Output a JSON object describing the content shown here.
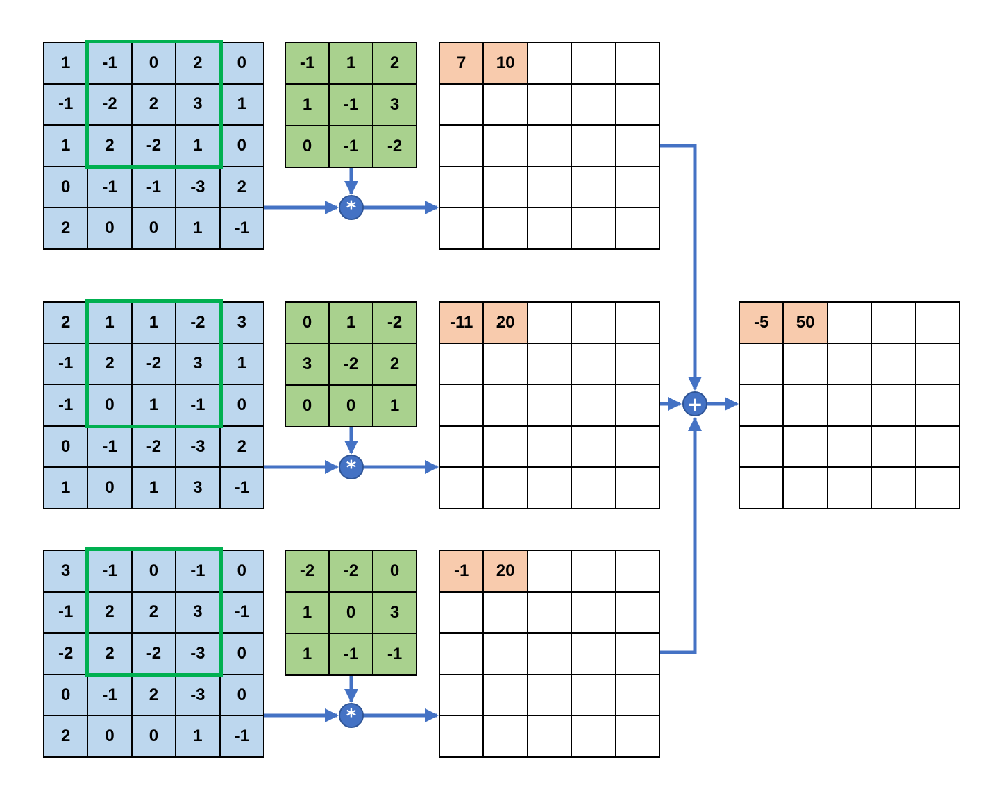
{
  "operators": {
    "conv": "*",
    "add": "+"
  },
  "colors": {
    "input_fill": "#bdd7ee",
    "kernel_fill": "#a9d18e",
    "output_highlight": "#f8cbad",
    "window_border": "#00b050",
    "arrow": "#4472c4"
  },
  "channels": [
    {
      "input": [
        [
          "1",
          "-1",
          "0",
          "2",
          "0"
        ],
        [
          "-1",
          "-2",
          "2",
          "3",
          "1"
        ],
        [
          "1",
          "2",
          "-2",
          "1",
          "0"
        ],
        [
          "0",
          "-1",
          "-1",
          "-3",
          "2"
        ],
        [
          "2",
          "0",
          "0",
          "1",
          "-1"
        ]
      ],
      "kernel": [
        [
          "-1",
          "1",
          "2"
        ],
        [
          "1",
          "-1",
          "3"
        ],
        [
          "0",
          "-1",
          "-2"
        ]
      ],
      "output": [
        [
          "7",
          "10",
          "",
          "",
          ""
        ],
        [
          "",
          "",
          "",
          "",
          ""
        ],
        [
          "",
          "",
          "",
          "",
          ""
        ],
        [
          "",
          "",
          "",
          "",
          ""
        ],
        [
          "",
          "",
          "",
          "",
          ""
        ]
      ]
    },
    {
      "input": [
        [
          "2",
          "1",
          "1",
          "-2",
          "3"
        ],
        [
          "-1",
          "2",
          "-2",
          "3",
          "1"
        ],
        [
          "-1",
          "0",
          "1",
          "-1",
          "0"
        ],
        [
          "0",
          "-1",
          "-2",
          "-3",
          "2"
        ],
        [
          "1",
          "0",
          "1",
          "3",
          "-1"
        ]
      ],
      "kernel": [
        [
          "0",
          "1",
          "-2"
        ],
        [
          "3",
          "-2",
          "2"
        ],
        [
          "0",
          "0",
          "1"
        ]
      ],
      "output": [
        [
          "-11",
          "20",
          "",
          "",
          ""
        ],
        [
          "",
          "",
          "",
          "",
          ""
        ],
        [
          "",
          "",
          "",
          "",
          ""
        ],
        [
          "",
          "",
          "",
          "",
          ""
        ],
        [
          "",
          "",
          "",
          "",
          ""
        ]
      ]
    },
    {
      "input": [
        [
          "3",
          "-1",
          "0",
          "-1",
          "0"
        ],
        [
          "-1",
          "2",
          "2",
          "3",
          "-1"
        ],
        [
          "-2",
          "2",
          "-2",
          "-3",
          "0"
        ],
        [
          "0",
          "-1",
          "2",
          "-3",
          "0"
        ],
        [
          "2",
          "0",
          "0",
          "1",
          "-1"
        ]
      ],
      "kernel": [
        [
          "-2",
          "-2",
          "0"
        ],
        [
          "1",
          "0",
          "3"
        ],
        [
          "1",
          "-1",
          "-1"
        ]
      ],
      "output": [
        [
          "-1",
          "20",
          "",
          "",
          ""
        ],
        [
          "",
          "",
          "",
          "",
          ""
        ],
        [
          "",
          "",
          "",
          "",
          ""
        ],
        [
          "",
          "",
          "",
          "",
          ""
        ],
        [
          "",
          "",
          "",
          "",
          ""
        ]
      ]
    }
  ],
  "result": [
    [
      "-5",
      "50",
      "",
      "",
      ""
    ],
    [
      "",
      "",
      "",
      "",
      ""
    ],
    [
      "",
      "",
      "",
      "",
      ""
    ],
    [
      "",
      "",
      "",
      "",
      ""
    ],
    [
      "",
      "",
      "",
      "",
      ""
    ]
  ]
}
